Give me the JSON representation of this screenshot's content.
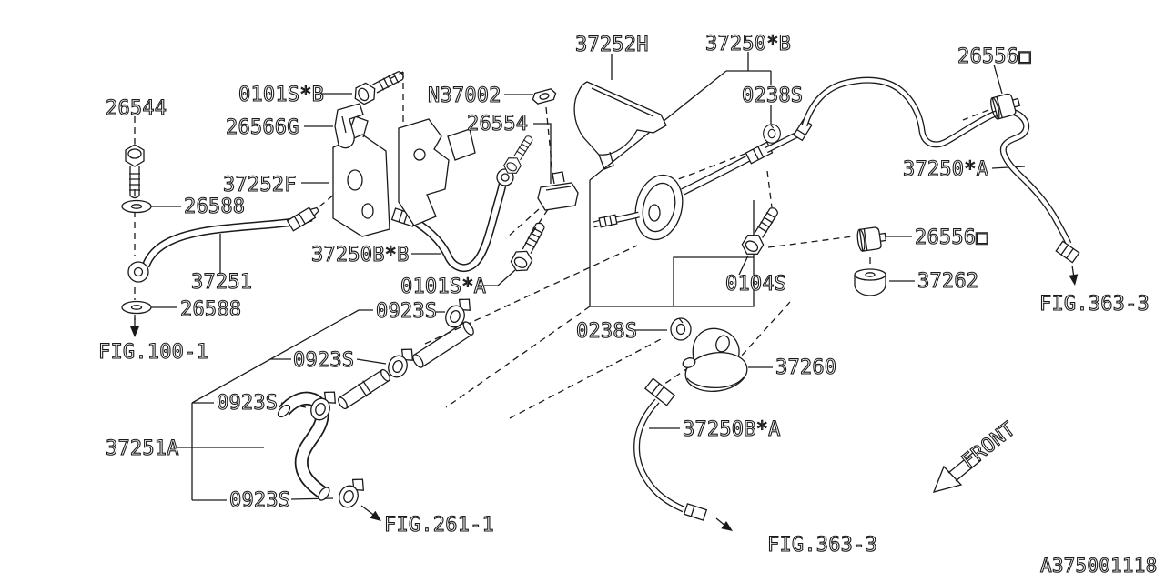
{
  "diagram": {
    "type": "parts-diagram",
    "drawing_no": "A375001118",
    "front_label": "FRONT",
    "labels": {
      "p26544": {
        "text": "26544"
      },
      "p0101s_b": {
        "text": "0101S*B"
      },
      "pn37002": {
        "text": "N37002"
      },
      "p26566g": {
        "text": "26566G"
      },
      "p37252f": {
        "text": "37252F"
      },
      "p26554": {
        "text": "26554"
      },
      "p37252h": {
        "text": "37252H"
      },
      "p37250_b": {
        "text": "37250*B"
      },
      "p0238s": {
        "text": "0238S"
      },
      "p26556": {
        "text": "26556□"
      },
      "p37250_a": {
        "text": "37250*A"
      },
      "p26588": {
        "text": "26588"
      },
      "p37251": {
        "text": "37251"
      },
      "p37250b_b": {
        "text": "37250B*B"
      },
      "p0101s_a": {
        "text": "0101S*A"
      },
      "p0923s": {
        "text": "0923S"
      },
      "p37251a": {
        "text": "37251A"
      },
      "p0104s": {
        "text": "0104S"
      },
      "p37262": {
        "text": "37262"
      },
      "p37260": {
        "text": "37260"
      },
      "p37250b_a": {
        "text": "37250B*A"
      },
      "fig_100_1": {
        "text": "FIG.100-1"
      },
      "fig_261_1": {
        "text": "FIG.261-1"
      },
      "fig_363_3": {
        "text": "FIG.363-3"
      }
    }
  }
}
